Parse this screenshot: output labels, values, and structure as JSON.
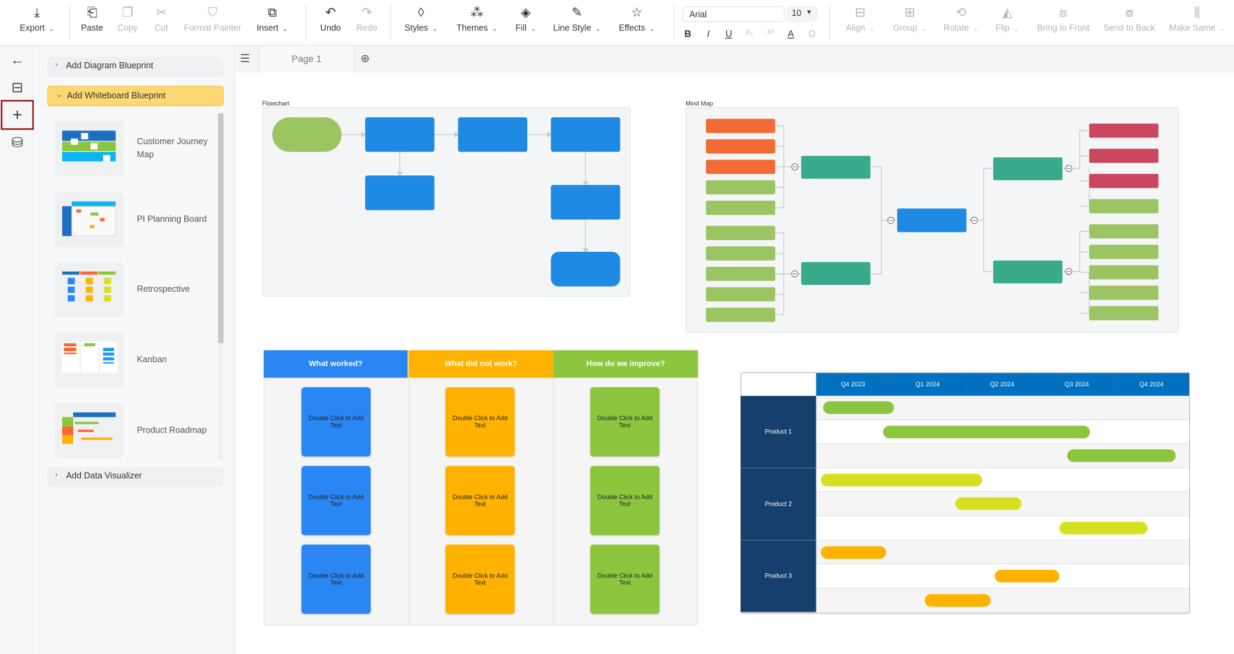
{
  "toolbar": {
    "items": [
      {
        "id": "export",
        "label": "Export",
        "icon": "download-icon",
        "glyph": "⤓",
        "dropdown": true,
        "disabled": false
      },
      {
        "id": "paste",
        "label": "Paste",
        "icon": "paste-icon",
        "glyph": "⎗",
        "dropdown": false,
        "disabled": false
      },
      {
        "id": "copy",
        "label": "Copy",
        "icon": "copy-icon",
        "glyph": "❐",
        "dropdown": false,
        "disabled": true
      },
      {
        "id": "cut",
        "label": "Cut",
        "icon": "scissors-icon",
        "glyph": "✂",
        "dropdown": false,
        "disabled": true
      },
      {
        "id": "format-painter",
        "label": "Format Painter",
        "icon": "brush-icon",
        "glyph": "⛉",
        "dropdown": false,
        "disabled": true
      },
      {
        "id": "insert",
        "label": "Insert",
        "icon": "insert-icon",
        "glyph": "⧉",
        "dropdown": true,
        "disabled": false
      },
      {
        "id": "undo",
        "label": "Undo",
        "icon": "undo-icon",
        "glyph": "↶",
        "dropdown": false,
        "disabled": false
      },
      {
        "id": "redo",
        "label": "Redo",
        "icon": "redo-icon",
        "glyph": "↷",
        "dropdown": false,
        "disabled": true
      },
      {
        "id": "styles",
        "label": "Styles",
        "icon": "styles-icon",
        "glyph": "◊",
        "dropdown": true,
        "disabled": false
      },
      {
        "id": "themes",
        "label": "Themes",
        "icon": "themes-icon",
        "glyph": "⁂",
        "dropdown": true,
        "disabled": false
      },
      {
        "id": "fill",
        "label": "Fill",
        "icon": "fill-bucket-icon",
        "glyph": "◈",
        "dropdown": true,
        "disabled": false
      },
      {
        "id": "line-style",
        "label": "Line Style",
        "icon": "pen-icon",
        "glyph": "✎",
        "dropdown": true,
        "disabled": false
      },
      {
        "id": "effects",
        "label": "Effects",
        "icon": "star-icon",
        "glyph": "☆",
        "dropdown": true,
        "disabled": false
      },
      {
        "id": "align",
        "label": "Align",
        "icon": "align-icon",
        "glyph": "⊟",
        "dropdown": true,
        "disabled": true
      },
      {
        "id": "group",
        "label": "Group",
        "icon": "group-icon",
        "glyph": "⊞",
        "dropdown": true,
        "disabled": true
      },
      {
        "id": "rotate",
        "label": "Rotate",
        "icon": "rotate-icon",
        "glyph": "⟲",
        "dropdown": true,
        "disabled": true
      },
      {
        "id": "flip",
        "label": "Flip",
        "icon": "flip-icon",
        "glyph": "◭",
        "dropdown": true,
        "disabled": true
      },
      {
        "id": "bring-to-front",
        "label": "Bring to Front",
        "icon": "bring-front-icon",
        "glyph": "⧈",
        "dropdown": false,
        "disabled": true
      },
      {
        "id": "send-to-back",
        "label": "Send to Back",
        "icon": "send-back-icon",
        "glyph": "⧇",
        "dropdown": false,
        "disabled": true
      },
      {
        "id": "make-same",
        "label": "Make Same",
        "icon": "make-same-icon",
        "glyph": "⫼",
        "dropdown": true,
        "disabled": true
      }
    ],
    "font_family": "Arial",
    "font_size": "10",
    "format_buttons": [
      {
        "id": "bold",
        "glyph": "B",
        "icon": "bold-icon",
        "disabled": false
      },
      {
        "id": "italic",
        "glyph": "I",
        "icon": "italic-icon",
        "disabled": false
      },
      {
        "id": "underline",
        "glyph": "U",
        "icon": "underline-icon",
        "disabled": false
      },
      {
        "id": "subscript",
        "glyph": "X₂",
        "icon": "subscript-icon",
        "disabled": true
      },
      {
        "id": "superscript",
        "glyph": "X²",
        "icon": "superscript-icon",
        "disabled": true
      },
      {
        "id": "font-color",
        "glyph": "A",
        "icon": "font-color-icon",
        "disabled": false
      },
      {
        "id": "symbol",
        "glyph": "Ω",
        "icon": "omega-icon",
        "disabled": true
      }
    ]
  },
  "rail": [
    {
      "id": "back",
      "glyph": "←",
      "icon": "back-arrow-icon",
      "active": false
    },
    {
      "id": "toolbox",
      "glyph": "⊟",
      "icon": "briefcase-icon",
      "active": false
    },
    {
      "id": "add",
      "glyph": "+",
      "icon": "plus-icon",
      "active": true
    },
    {
      "id": "data",
      "glyph": "⛁",
      "icon": "database-icon",
      "active": false
    }
  ],
  "panel": {
    "sections": {
      "diagram": "Add Diagram Blueprint",
      "whiteboard": "Add Whiteboard Blueprint",
      "data": "Add Data Visualizer"
    },
    "templates": [
      {
        "name": "Customer Journey Map"
      },
      {
        "name": "PI Planning Board"
      },
      {
        "name": "Retrospective"
      },
      {
        "name": "Kanban"
      },
      {
        "name": "Product Roadmap"
      }
    ]
  },
  "tabs": {
    "page": "Page 1"
  },
  "canvas": {
    "flowchart_label": "Flowchart",
    "mindmap_label": "Mind Map",
    "retro": {
      "columns": [
        {
          "title": "What worked?",
          "color": "#2a86f3"
        },
        {
          "title": "What did not work?",
          "color": "#ffb300"
        },
        {
          "title": "How do we improve?",
          "color": "#8cc63f"
        }
      ],
      "sticky_text": "Double Click to Add Text"
    },
    "roadmap": {
      "quarters": [
        "Q4 2023",
        "Q1 2024",
        "Q2 2024",
        "Q3 2024",
        "Q4 2024"
      ],
      "products": [
        {
          "name": "Product 1",
          "color": "#8cc63f",
          "bars": [
            [
              0.1,
              1.04
            ],
            [
              0.9,
              3.67
            ],
            [
              3.36,
              4.82
            ]
          ]
        },
        {
          "name": "Product 2",
          "color": "#d7df21",
          "bars": [
            [
              0.06,
              2.23
            ],
            [
              1.87,
              2.75
            ],
            [
              3.26,
              4.44
            ]
          ]
        },
        {
          "name": "Product 3",
          "color": "#ffb300",
          "bars": [
            [
              0.06,
              0.94
            ],
            [
              2.39,
              3.26
            ],
            [
              1.46,
              2.34
            ]
          ]
        }
      ]
    }
  }
}
